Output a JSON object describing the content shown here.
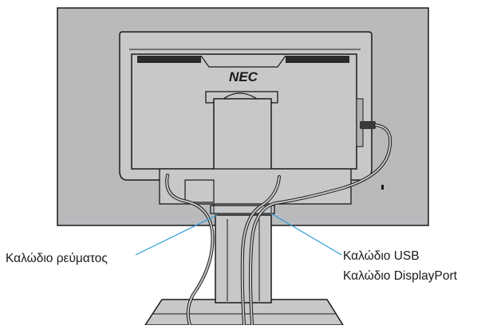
{
  "brand": {
    "logo_text": "NEC"
  },
  "callouts": {
    "power_cable": "Καλώδιο ρεύματος",
    "usb_cable": "Καλώδιο USB",
    "displayport_cable": "Καλώδιο DisplayPort"
  },
  "colors": {
    "monitor_body": "#c7c8ca",
    "monitor_outline": "#1a1a1a",
    "background_panel": "#b9babc",
    "leader_line": "#2e9bd6",
    "white": "#ffffff"
  }
}
